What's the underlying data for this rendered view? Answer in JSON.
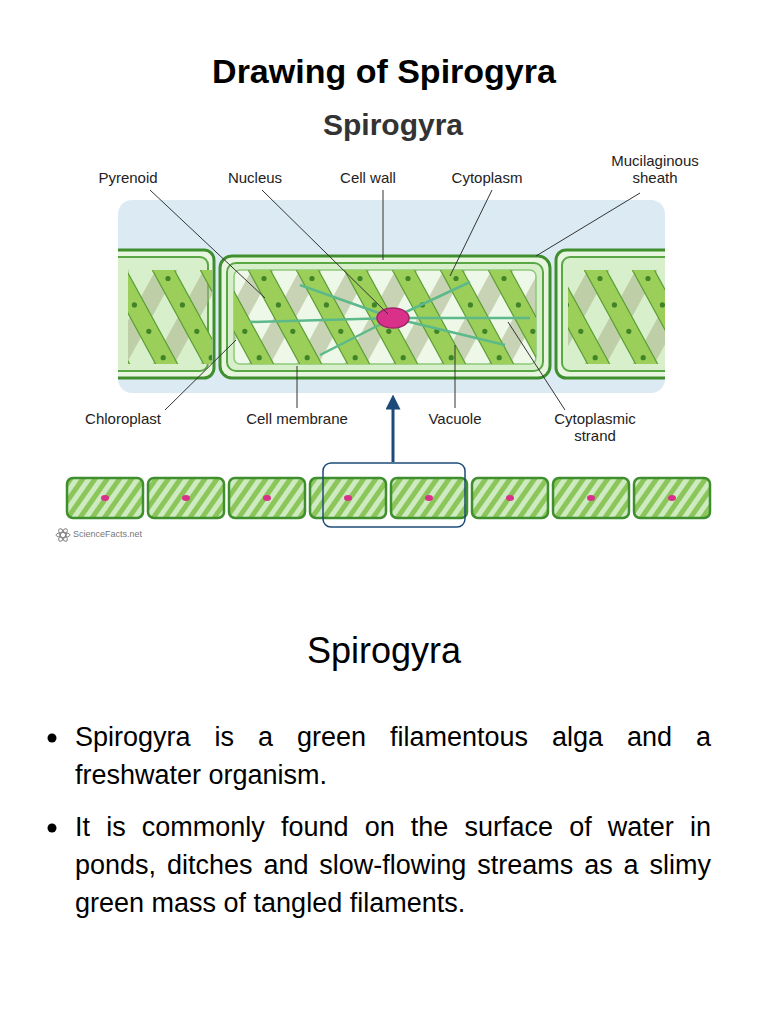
{
  "diagram": {
    "title": "Drawing of Spirogyra",
    "labels": [
      "Spirogyra",
      "Pyrenoid",
      "Nucleus",
      "Cell wall",
      "Cytoplasm",
      "Mucilaginous sheath",
      "Chloroplast",
      "Cell membrane",
      "Vacuole",
      "Cytoplasmic strand",
      "ScienceFacts.net",
      "Spirogyra",
      "Spirogyra is a green filamentous alga and a freshwater organism.",
      "It is commonly found on the surface of water in ponds, ditches and slow-flowing streams as a slimy green mass of tangled filaments."
    ]
  }
}
